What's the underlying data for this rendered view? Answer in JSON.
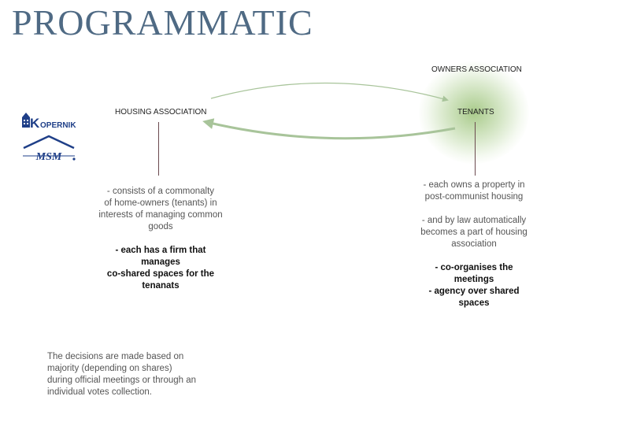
{
  "title": "PROGRAMMATIC",
  "nodes": {
    "housing_association": "HOUSING ASSOCIATION",
    "owners_association": "OWNERS ASSOCIATION",
    "tenants": "TENANTS"
  },
  "logos": {
    "kopernik": "KOPERNIK",
    "msm": "MSM"
  },
  "housing_block": {
    "lines": [
      "- consists of a commonalty",
      "of home-owners (tenants) in",
      "interests of managing common",
      "goods"
    ],
    "bold_lines": [
      "- each has a firm that",
      "manages",
      "co-shared spaces for the",
      "tenanats"
    ]
  },
  "tenants_block": {
    "lines_1": [
      "- each owns a property in",
      "post-communist housing"
    ],
    "lines_2": [
      "- and by law automatically",
      "becomes a part of housing",
      "association"
    ],
    "bold_lines": [
      "- co-organises the",
      "meetings",
      "- agency over shared",
      "spaces"
    ]
  },
  "note": [
    "The decisions are made based on",
    "majority (depending on shares)",
    "during official meetings or through an",
    "individual votes collection."
  ],
  "colors": {
    "title": "#4f6a84",
    "arrow": "#a8c49a",
    "glow": "#8cb964",
    "logo_blue": "#1f3f88"
  }
}
